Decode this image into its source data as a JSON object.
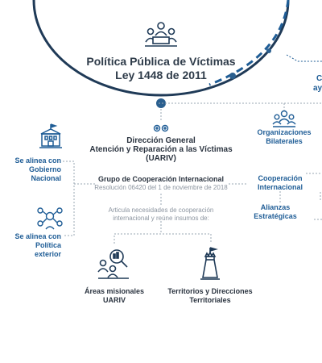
{
  "title": {
    "line1": "Política Pública de Víctimas",
    "line2": "Ley 1448 de 2011"
  },
  "left": {
    "national": {
      "line1": "Se alinea con",
      "line2": "Gobierno Nacional"
    },
    "foreign": {
      "line1": "Se alinea con Política",
      "line2": "exterior"
    }
  },
  "center": {
    "direccion": {
      "line1": "Dirección General",
      "line2": "Atención y Reparación a las Víctimas",
      "line3": "(UARIV)"
    },
    "grupo": {
      "title": "Grupo de Cooperación Internacional",
      "subtitle": "Resolución 06420 del 1 de noviembre de 2018"
    },
    "articula": {
      "line1": "Articula necesidades de cooperación",
      "line2": "internacional y reúne insumos de:"
    }
  },
  "bottom": {
    "areas": {
      "line1": "Áreas misionales",
      "line2": "UARIV"
    },
    "territorios": {
      "line1": "Territorios y Direcciones",
      "line2": "Territoriales"
    }
  },
  "right": {
    "org": {
      "line1": "Organizaciones",
      "line2": "Bilaterales"
    },
    "coop": {
      "line1": "Cooperación",
      "line2": "Internacional"
    },
    "alianzas": {
      "line1": "Alianzas",
      "line2": "Estratégicas"
    },
    "cut1": "C",
    "cut2": "ay"
  },
  "icons": {
    "people": "people-meeting-icon",
    "building": "government-building-icon",
    "network": "network-people-icon",
    "gears": "gears-icon",
    "orgs": "organizations-group-icon",
    "analysis": "analysis-people-icon",
    "tower": "territorial-tower-icon"
  },
  "colors": {
    "navy": "#1f3a57",
    "blue": "#1f5d96",
    "dot": "#2a5f8f"
  }
}
